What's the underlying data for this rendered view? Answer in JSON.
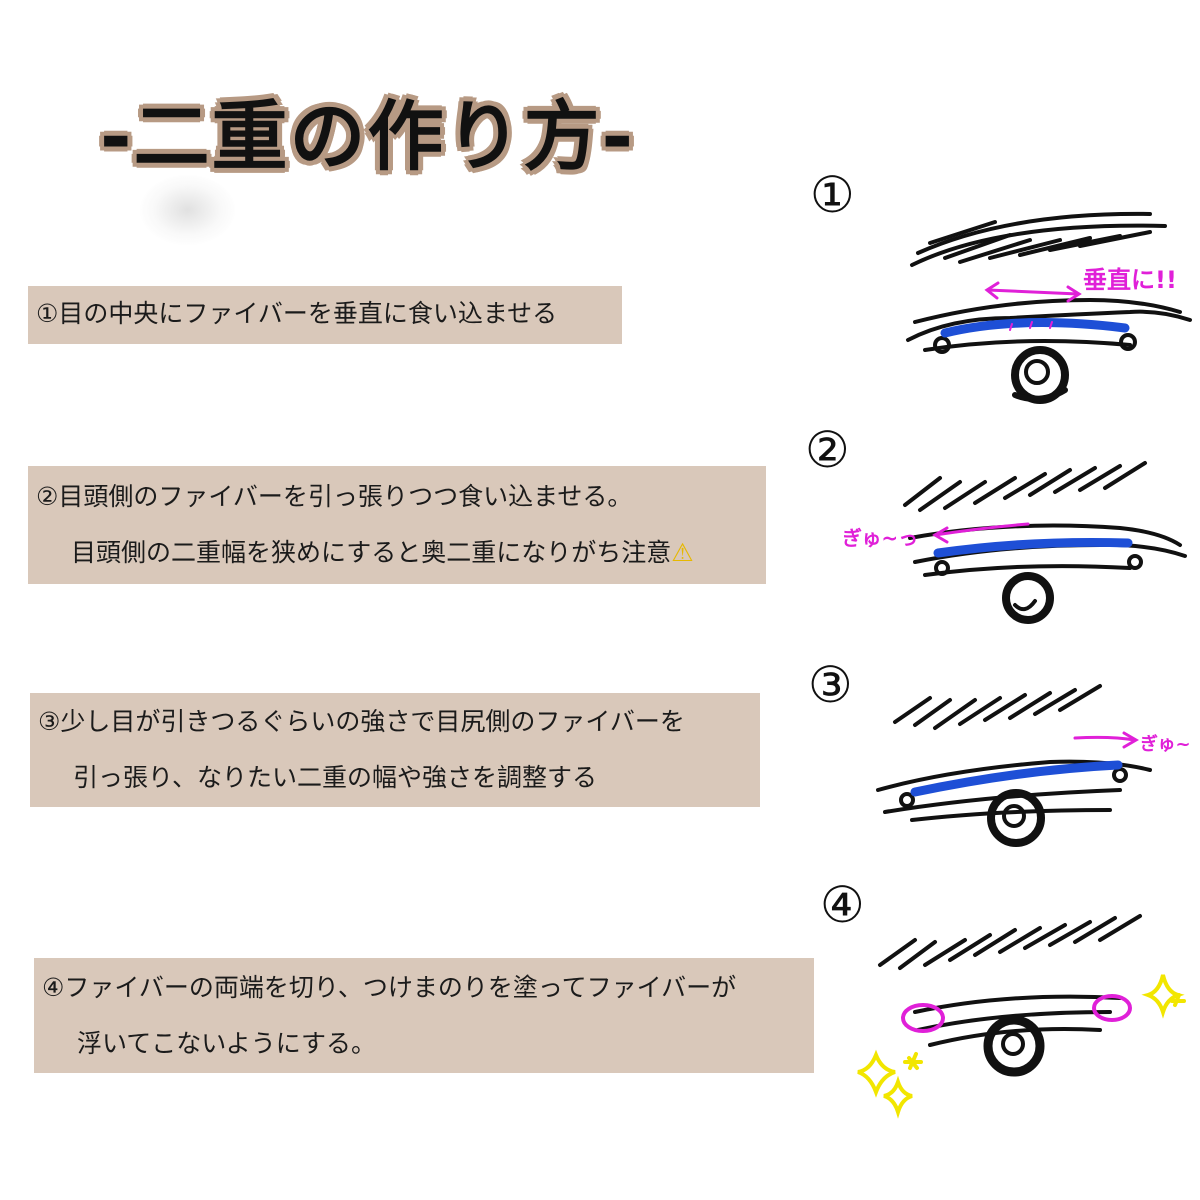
{
  "title": "-二重の作り方-",
  "steps": [
    {
      "num": "①",
      "lines": [
        "①目の中央にファイバーを垂直に食い込ませる"
      ]
    },
    {
      "num": "②",
      "lines": [
        "②目頭側のファイバーを引っ張りつつ食い込ませる。",
        "目頭側の二重幅を狭めにすると奥二重になりがち注意"
      ],
      "warning_icon": "⚠"
    },
    {
      "num": "③",
      "lines": [
        "③少し目が引きつるぐらいの強さで目尻側のファイバーを",
        "引っ張り、なりたい二重の幅や強さを調整する"
      ]
    },
    {
      "num": "④",
      "lines": [
        "④ファイバーの両端を切り、つけまのりを塗ってファイバーが",
        "浮いてこないようにする。"
      ]
    }
  ],
  "annotations": {
    "vertical": "垂直に!!",
    "squeeze_left": "ぎゅ~っ",
    "squeeze_right": "ぎゅ~"
  },
  "colors": {
    "box_bg": "#d9c8ba",
    "title_outline": "#b79a84",
    "fiber_blue": "#1e4fd6",
    "marker_magenta": "#e020d8",
    "sparkle_yellow": "#f2e600"
  },
  "icons": [
    "warning-icon",
    "eye-sketch",
    "sparkle-icon"
  ]
}
